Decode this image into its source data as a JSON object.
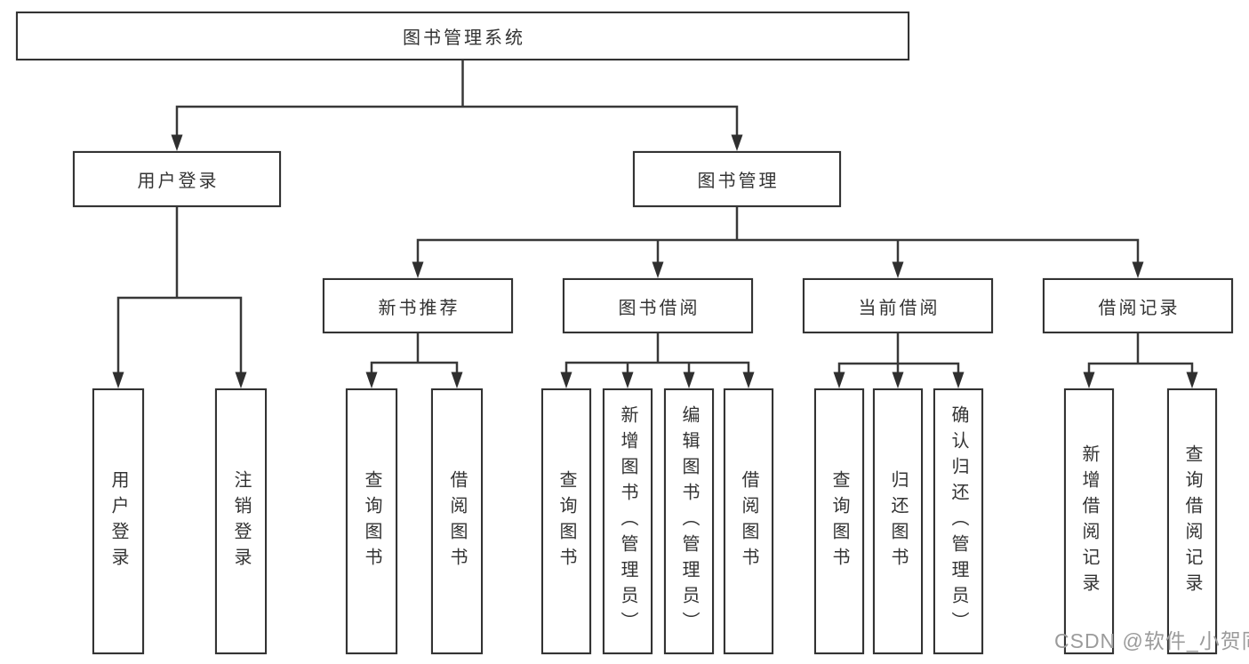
{
  "colors": {
    "line": "#383838",
    "arrow": "#2f2f2f",
    "box_border": "#333333",
    "text": "#333333",
    "watermark": "#9b9b9b",
    "background": "#ffffff"
  },
  "watermark": {
    "text": "CSDN @软件_小贺同学"
  },
  "tree": {
    "root": {
      "label": "图书管理系统"
    },
    "branches": [
      {
        "label": "用户登录",
        "children": [
          {
            "label": "用户登录"
          },
          {
            "label": "注销登录"
          }
        ]
      },
      {
        "label": "图书管理",
        "children": [
          {
            "label": "新书推荐",
            "children": [
              {
                "label": "查询图书"
              },
              {
                "label": "借阅图书"
              }
            ]
          },
          {
            "label": "图书借阅",
            "children": [
              {
                "label": "查询图书"
              },
              {
                "label": "新增图书（管理员）"
              },
              {
                "label": "编辑图书（管理员）"
              },
              {
                "label": "借阅图书"
              }
            ]
          },
          {
            "label": "当前借阅",
            "children": [
              {
                "label": "查询图书"
              },
              {
                "label": "归还图书"
              },
              {
                "label": "确认归还（管理员）"
              }
            ]
          },
          {
            "label": "借阅记录",
            "children": [
              {
                "label": "新增借阅记录"
              },
              {
                "label": "查询借阅记录"
              }
            ]
          }
        ]
      }
    ]
  }
}
